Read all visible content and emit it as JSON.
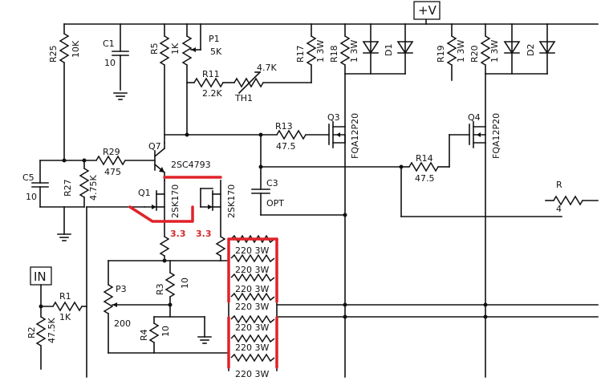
{
  "terminals": {
    "supply": "+V",
    "input": "IN"
  },
  "resistors": {
    "r25": {
      "ref": "R25",
      "value": "10K"
    },
    "r5": {
      "ref": "R5",
      "value": "1K"
    },
    "p1": {
      "ref": "P1",
      "value": "5K"
    },
    "r11": {
      "ref": "R11",
      "value": "2.2K"
    },
    "th1": {
      "ref": "TH1",
      "value": "4.7K"
    },
    "r17": {
      "ref": "R17",
      "value": "1 3W"
    },
    "r18": {
      "ref": "R18",
      "value": "1 3W"
    },
    "r19": {
      "ref": "R19",
      "value": "1 3W"
    },
    "r20": {
      "ref": "R20",
      "value": "1 3W"
    },
    "r13": {
      "ref": "R13",
      "value": "47.5"
    },
    "r14": {
      "ref": "R14",
      "value": "47.5"
    },
    "r29": {
      "ref": "R29",
      "value": "475"
    },
    "r27": {
      "ref": "R27",
      "value": "4.75K"
    },
    "r1": {
      "ref": "R1",
      "value": "1K"
    },
    "r2": {
      "ref": "R2",
      "value": "47.5K"
    },
    "p3": {
      "ref": "P3",
      "value": "200"
    },
    "r3": {
      "ref": "R3",
      "value": "10"
    },
    "r4": {
      "ref": "R4",
      "value": "10"
    },
    "r_partial": {
      "ref": "R",
      "value": "4"
    }
  },
  "capacitors": {
    "c1": {
      "ref": "C1",
      "value": "10"
    },
    "c5": {
      "ref": "C5",
      "value": "10"
    },
    "c3": {
      "ref": "C3",
      "value": "OPT"
    }
  },
  "diodes": {
    "d1": "D1",
    "d2": "D2"
  },
  "transistors": {
    "q7": {
      "ref": "Q7",
      "part": "2SC4793"
    },
    "q1": {
      "ref": "Q1",
      "part": "2SK170"
    },
    "q1b": {
      "part": "2SK170"
    },
    "q3": {
      "ref": "Q3",
      "part": "FQA12P20"
    },
    "q4": {
      "ref": "Q4",
      "part": "FQA12P20"
    }
  },
  "annotations": {
    "added_res_left": "3.3",
    "added_res_right": "3.3",
    "load_resistor": "220 3W"
  },
  "colors": {
    "wire": "#111111",
    "annotation": "#e0222a",
    "background": "#ffffff"
  }
}
